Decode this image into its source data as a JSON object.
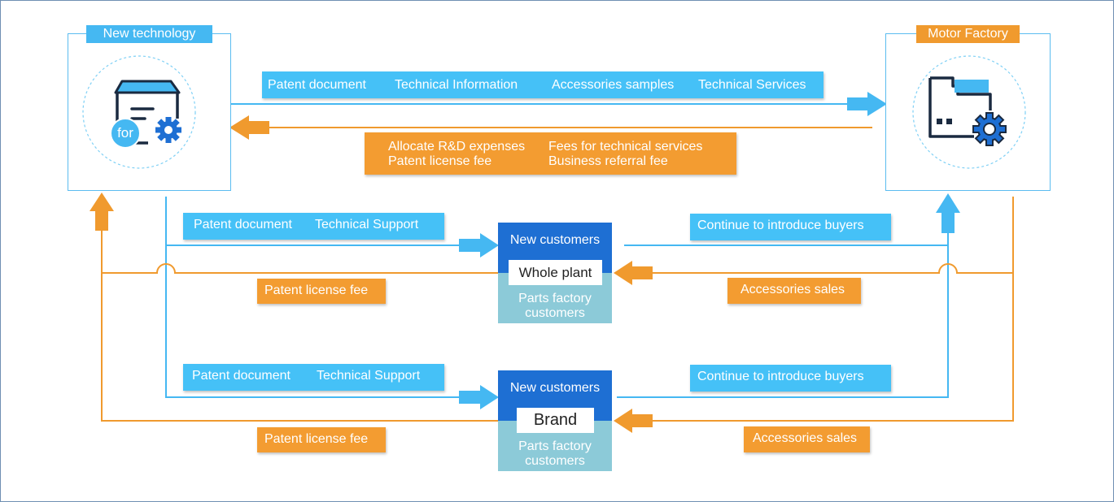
{
  "left_node": {
    "title": "New technology",
    "icon": "technology-box-gear-icon",
    "badge": "for"
  },
  "right_node": {
    "title": "Motor Factory",
    "icon": "factory-gear-icon"
  },
  "top_flow": {
    "items": [
      "Patent document",
      "Technical Information",
      "Accessories samples",
      "Technical Services"
    ]
  },
  "top_fees": {
    "items": [
      "Allocate R&D expenses",
      "Fees for technical services",
      "Patent license fee",
      "Business referral fee"
    ]
  },
  "row1": {
    "left_items": [
      "Patent document",
      "Technical Support"
    ],
    "right_item": "Continue to introduce buyers",
    "fee_left": "Patent license fee",
    "fee_right": "Accessories sales",
    "customer": {
      "title": "New customers",
      "type": "Whole plant",
      "sub": "Parts factory customers"
    }
  },
  "row2": {
    "left_items": [
      "Patent document",
      "Technical Support"
    ],
    "right_item": "Continue to introduce buyers",
    "fee_left": "Patent license fee",
    "fee_right": "Accessories sales",
    "customer": {
      "title": "New customers",
      "type": "Brand",
      "sub": "Parts factory customers"
    }
  },
  "colors": {
    "blue": "#45c1f7",
    "orange": "#f39c31",
    "dark_blue": "#1e6fd3",
    "teal": "#8ccad8"
  }
}
